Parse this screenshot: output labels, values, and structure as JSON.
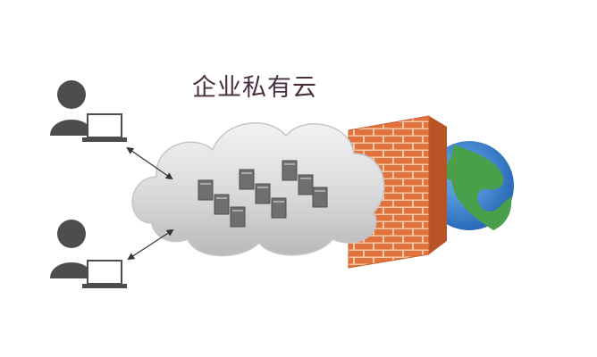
{
  "diagram": {
    "title": "企业私有云",
    "nodes": [
      {
        "id": "user-1",
        "kind": "user-with-laptop"
      },
      {
        "id": "user-2",
        "kind": "user-with-laptop"
      },
      {
        "id": "private-cloud",
        "kind": "cloud",
        "contains": "servers"
      },
      {
        "id": "firewall",
        "kind": "brick-wall"
      },
      {
        "id": "internet",
        "kind": "globe"
      }
    ],
    "edges": [
      {
        "from": "user-1",
        "to": "private-cloud",
        "style": "double-arrow"
      },
      {
        "from": "user-2",
        "to": "private-cloud",
        "style": "double-arrow"
      }
    ],
    "colors": {
      "title": "#4a3040",
      "person": "#4d4d4d",
      "cloud": "#d9d9db",
      "server": "#6f6f71",
      "brick": "#e2733d",
      "mortar": "#f3c9a8",
      "globe_water": "#2f7fd0",
      "globe_land": "#4aa04a"
    }
  }
}
